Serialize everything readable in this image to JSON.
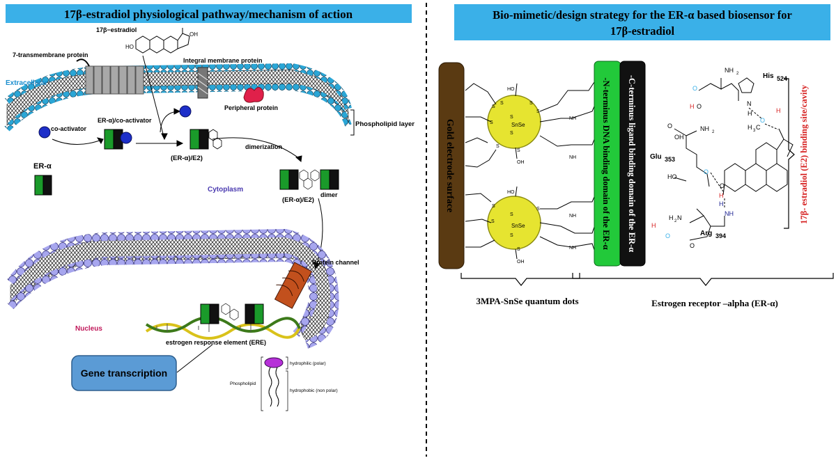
{
  "left_panel": {
    "title": "17β-estradiol physiological pathway/mechanism of action",
    "labels": {
      "estradiol": "17β−estradiol",
      "seven_tm": "7-transmembrane protein",
      "integral": "Integral membrane protein",
      "extracellular": "Extracellular",
      "peripheral": "Peripheral protein",
      "phospholipid_layer": "Phospholipid layer",
      "er_coactivator": "ER-α)/co-activator",
      "co_activator": "co-activator",
      "er_alpha": "ER-α",
      "er_e2": "(ER-α)/E2)",
      "dimerization": "dimerization",
      "cytoplasm": "Cytoplasm",
      "er_e2_dimer": "(ER-α)/E2)",
      "dimer": "dimer",
      "protein_channel": "Protein channel",
      "nucleus": "Nucleus",
      "ere": "estrogen response element (ERE)",
      "gene_transcription": "Gene transcription",
      "hydrophilic": "hydrophilic (polar)",
      "hydrophobic": "hydrophobic (non polar)",
      "phospholipid": "Phospholipid",
      "ho": "HO",
      "oh": "OH"
    }
  },
  "right_panel": {
    "title_line1": "Bio-mimetic/design strategy for the ER-α based biosensor for",
    "title_line2": "17β-estradiol",
    "gold_surface": "Gold electrode surface",
    "n_terminus": "-N-terminus DNA binding domain of the ER-α",
    "c_terminus": "-C-terminus ligand binding domain of the ER-α",
    "snse": "SnSe",
    "quantum_dots_label": "3MPA-SnSe quantum dots",
    "receptor_label": "Estrogen receptor –alpha (ER-α)",
    "binding_site": "17β- estradiol (E2) binding site/cavity",
    "residues": {
      "his": "His",
      "his_num": "524",
      "glu": "Glu",
      "glu_num": "353",
      "arg": "Arg",
      "arg_num": "394",
      "nh2": "NH",
      "nh": "NH",
      "h3c": "H",
      "h": "H",
      "o": "O",
      "n": "N",
      "s": "S",
      "oh": "OH",
      "ho": "HO"
    }
  },
  "colors": {
    "title_bg": "#3ab0e8",
    "gold_bar": "#5a3a12",
    "green_bar": "#22c93a",
    "black_bar": "#111111",
    "qd_yellow": "#e6e430",
    "membrane_blue": "#2aa6d6",
    "nucleus_purple": "#a0a0e8",
    "er_green": "#1a9a2a",
    "red_text": "#d62020",
    "nucleus_text": "#c0185a",
    "cytoplasm_text": "#4a3ab0",
    "gene_box": "#5b9bd5"
  }
}
